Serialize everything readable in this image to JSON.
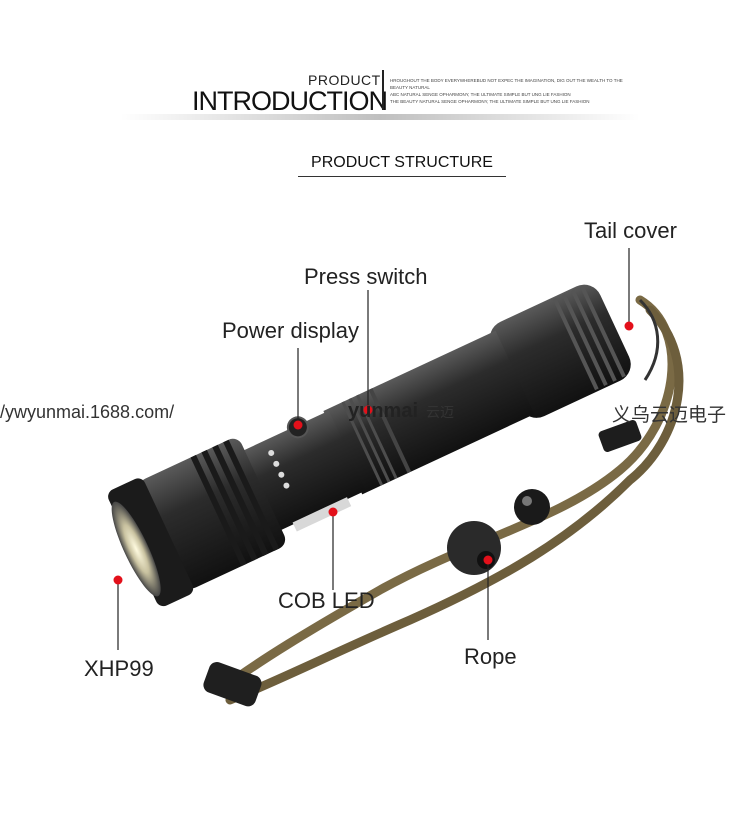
{
  "header": {
    "small_title": "PRODUCT",
    "big_title": "INTRODUCTION",
    "copy_lines": [
      "HROUGHOUT THE BODY EVERYWHEREBUD NOT EXPEC THE IMAGINATION, DIG OUT THE WEALTH TO THE BEAUTY NATURAL",
      "ABC NATURAL SENGE OPHARMONY, THE ULTIMATE SIMPLE BUT UNG LIE FASHION",
      "THE BEAUTY NATURAL SENGE OPHARMONY, THE ULTIMATE SIMPLE BUT UNG LIE FASHION"
    ]
  },
  "section_title": "PRODUCT STRUCTURE",
  "labels": {
    "tail_cover": "Tail cover",
    "press_switch": "Press switch",
    "power_display": "Power display",
    "cob_led": "COB LED",
    "xhp99": "XHP99",
    "rope": "Rope"
  },
  "watermark": {
    "url": "/ywyunmai.1688.com/",
    "brand": "yunmai",
    "brand_cn": "云迈",
    "company_cn": "义乌云迈电子"
  },
  "colors": {
    "callout_red": "#e3101a",
    "body_dark": "#2a2a2a",
    "cord": "#7a6a45"
  }
}
